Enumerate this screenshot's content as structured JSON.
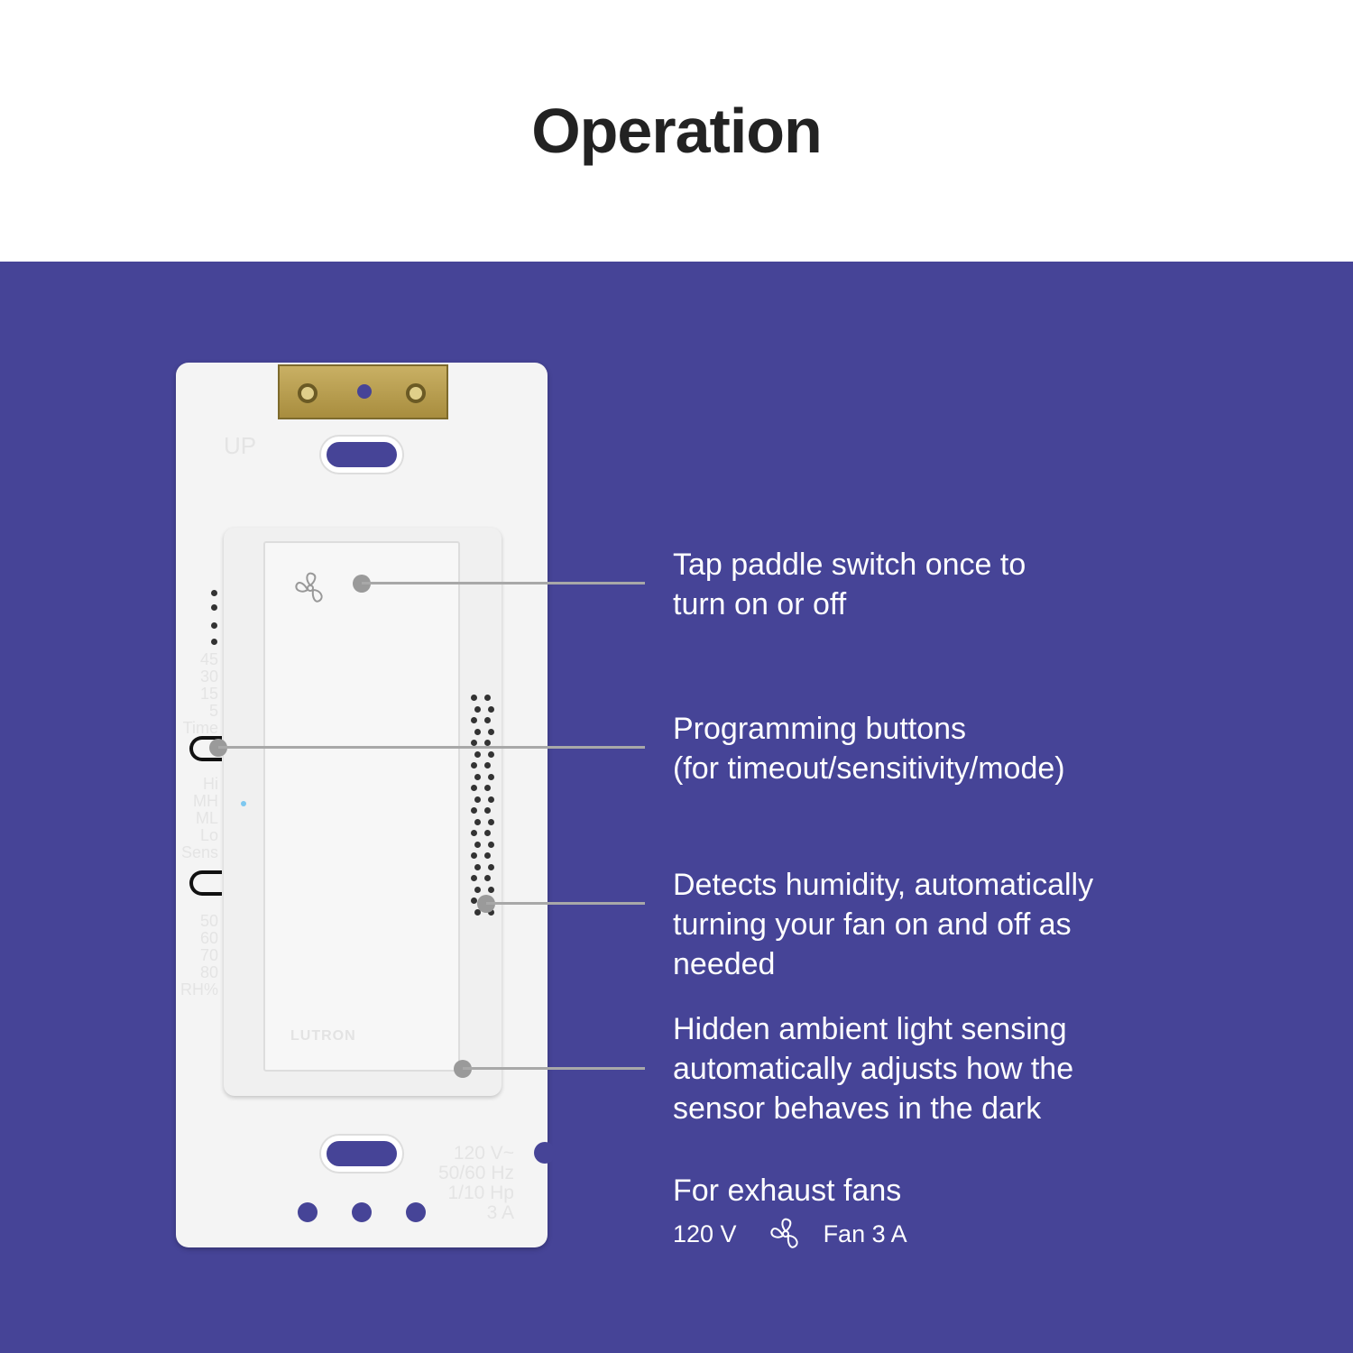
{
  "header": {
    "title": "Operation"
  },
  "colors": {
    "panel": "#464497",
    "callout_line": "#a8a8a8"
  },
  "device": {
    "brand": "LUTRON",
    "up_label": "UP",
    "timeout_labels": [
      "45",
      "30",
      "15",
      "5",
      "Time"
    ],
    "sensitivity_labels": [
      "Hi",
      "MH",
      "ML",
      "Lo",
      "Sens"
    ],
    "humidity_labels": [
      "50",
      "60",
      "70",
      "80",
      "RH%"
    ],
    "rating_labels": [
      "120 V~",
      "50/60 Hz",
      "1/10 Hp",
      "3 A"
    ],
    "paddle_icon": "fan-icon"
  },
  "callouts": [
    {
      "lines": [
        "Tap paddle switch once to",
        "turn on or off"
      ]
    },
    {
      "lines": [
        "Programming buttons",
        "(for timeout/sensitivity/mode)"
      ]
    },
    {
      "lines": [
        "Detects humidity, automatically",
        "turning your fan on and off as",
        "needed"
      ]
    },
    {
      "lines": [
        "Hidden ambient light sensing",
        "automatically adjusts how the",
        "sensor behaves in the dark"
      ]
    }
  ],
  "spec": {
    "heading": "For exhaust fans",
    "voltage": "120 V",
    "icon": "fan-icon",
    "rating": "Fan 3 A"
  }
}
